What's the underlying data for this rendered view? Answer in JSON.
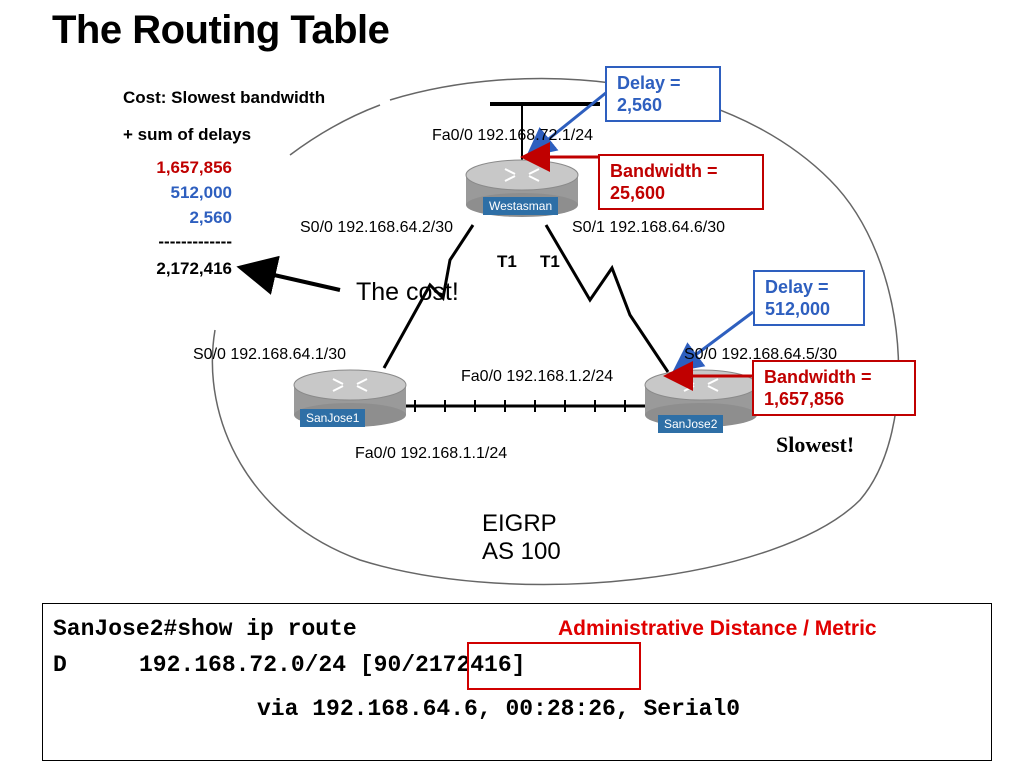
{
  "title": "The Routing Table",
  "cost_panel": {
    "line1": "Cost: Slowest bandwidth",
    "line2": "+ sum of delays",
    "value_bw": "1,657,856",
    "value_delay_1": "512,000",
    "value_delay_2": "2,560",
    "divider": "-------------",
    "total": "2,172,416",
    "cost_label": "The cost!"
  },
  "routers": {
    "top": {
      "name": "Westasman",
      "fa": "Fa0/0 192.168.72.1/24",
      "s0": "S0/0 192.168.64.2/30",
      "s1": "S0/1 192.168.64.6/30"
    },
    "left": {
      "name": "SanJose1",
      "s0": "S0/0 192.168.64.1/30",
      "fa": "Fa0/0 192.168.1.1/24"
    },
    "right": {
      "name": "SanJose2",
      "s0": "S0/0 192.168.64.5/30",
      "fa": "Fa0/0 192.168.1.2/24"
    }
  },
  "links": {
    "t1_left": "T1",
    "t1_right": "T1"
  },
  "callouts": {
    "delay_top": "Delay =\n2,560",
    "bw_top": "Bandwidth =\n25,600",
    "delay_right": "Delay =\n512,000",
    "bw_right": "Bandwidth =\n1,657,856",
    "slowest": "Slowest!"
  },
  "eigrp": {
    "line1": "EIGRP",
    "line2": "AS 100"
  },
  "colors": {
    "blue": "#2e5fbf",
    "red": "#c00000",
    "router_label": "#2e6fa6"
  },
  "terminal": {
    "prompt": "SanJose2#show ip route",
    "route_code": "D",
    "route": "192.168.72.0/24 [90/2172416]",
    "via": "via 192.168.64.6, 00:28:26, Serial0",
    "annotation": "Administrative Distance / Metric"
  }
}
